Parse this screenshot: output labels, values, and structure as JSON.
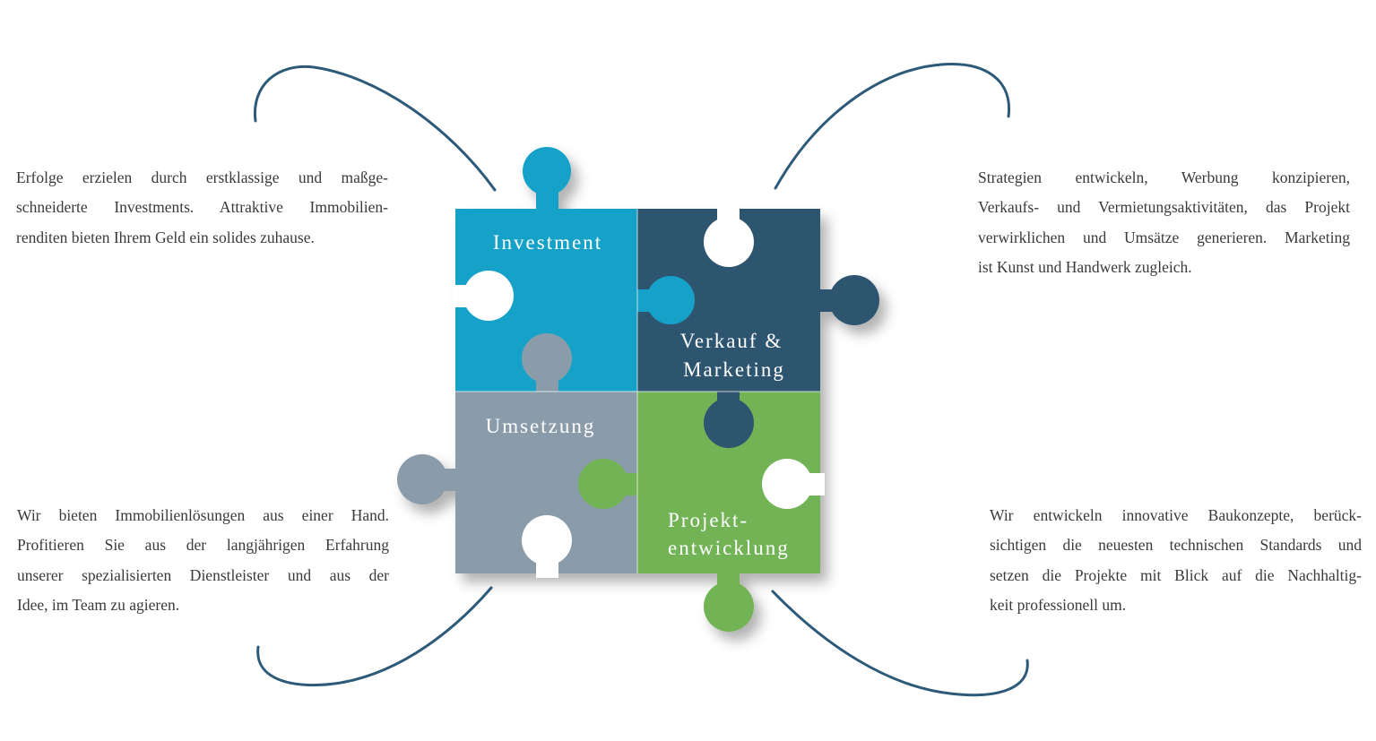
{
  "pieces": [
    {
      "label_lines": [
        "Investment"
      ],
      "color": "#16a2c8"
    },
    {
      "label_lines": [
        "Verkauf &",
        "Marketing"
      ],
      "color": "#2d5570"
    },
    {
      "label_lines": [
        "Umsetzung"
      ],
      "color": "#8a9caa"
    },
    {
      "label_lines": [
        "Projekt-",
        "entwicklung"
      ],
      "color": "#72b356"
    }
  ],
  "curve_color": "#2d5a78",
  "descriptions": [
    {
      "lines": [
        "Erfolge erzielen durch erstklassige und maßge-",
        "schneiderte Investments. Attraktive Immobilien-",
        "renditen bieten Ihrem Geld ein solides zuhause."
      ]
    },
    {
      "lines": [
        "Strategien entwickeln, Werbung konzipieren,",
        "Verkaufs- und Vermietungsaktivitäten, das Projekt",
        "verwirklichen und Umsätze generieren. Marketing",
        "ist Kunst und Handwerk zugleich."
      ]
    },
    {
      "lines": [
        "Wir bieten Immobilienlösungen aus einer Hand.",
        "Profitieren Sie aus der langjährigen Erfahrung",
        "unserer spezialisierten Dienstleister und aus der",
        "Idee, im Team zu agieren."
      ]
    },
    {
      "lines": [
        "Wir entwickeln innovative Baukonzepte, berück-",
        "sichtigen die neuesten technischen Standards und",
        "setzen die Projekte mit Blick auf die Nachhaltig-",
        "keit professionell um."
      ]
    }
  ]
}
